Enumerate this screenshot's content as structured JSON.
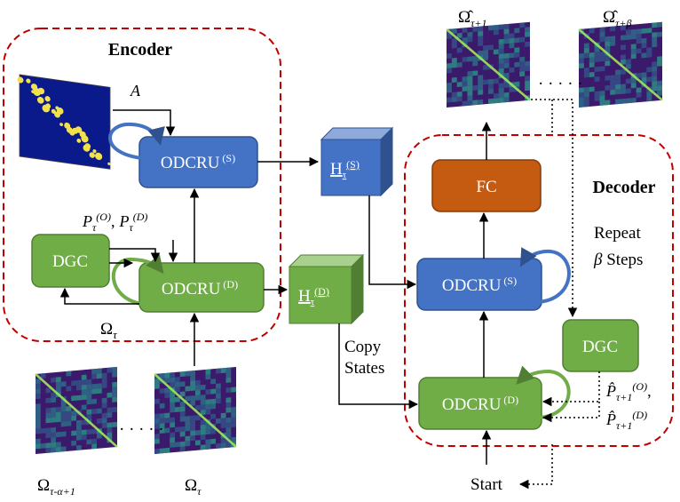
{
  "encoder": {
    "title": "Encoder",
    "adjacency_label": "A",
    "odcru_s_label": "ODCRU",
    "odcru_s_sup": "(S)",
    "odcru_d_label": "ODCRU",
    "odcru_d_sup": "(D)",
    "dgc_label": "DGC",
    "omega_label": "Ω",
    "omega_sub": "τ",
    "p_o_label": "P",
    "p_o_sub": "τ",
    "p_o_sup": "(O)",
    "p_d_label": "P",
    "p_d_sub": "τ",
    "p_d_sup": "(D)",
    "p_separator": ","
  },
  "hidden_states": {
    "h_s_label": "H",
    "h_s_sub": "τ",
    "h_s_sup": "(S)",
    "h_d_label": "H",
    "h_d_sub": "τ",
    "h_d_sup": "(D)",
    "copy_states_line1": "Copy",
    "copy_states_line2": "States"
  },
  "decoder": {
    "title": "Decoder",
    "fc_label": "FC",
    "odcru_s_label": "ODCRU",
    "odcru_s_sup": "(S)",
    "odcru_d_label": "ODCRU",
    "odcru_d_sup": "(D)",
    "dgc_label": "DGC",
    "repeat_line1": "Repeat",
    "repeat_beta": "β",
    "repeat_line2_rest": " Steps",
    "p_hat_o_label": "P̂",
    "p_hat_o_sub": "τ+1",
    "p_hat_o_sup": "(O)",
    "p_hat_d_label": "P̂",
    "p_hat_d_sub": "τ+1",
    "p_hat_d_sup": "(D)",
    "p_hat_separator": ",",
    "start_label": "Start"
  },
  "outputs": {
    "omega_hat_1_label": "Ω̂",
    "omega_hat_1_sub": "τ+1",
    "omega_hat_2_label": "Ω̂",
    "omega_hat_2_sub": "τ+β",
    "ellipsis": "· · · · ·"
  },
  "inputs": {
    "omega_first_label": "Ω",
    "omega_first_sub": "τ-α+1",
    "omega_last_label": "Ω",
    "omega_last_sub": "τ",
    "ellipsis": "· · · · ·"
  },
  "colors": {
    "blue_fill": "#4472c4",
    "blue_edge": "#2f528f",
    "green_fill": "#70ad47",
    "green_edge": "#507e32",
    "orange_fill": "#c55a11",
    "orange_edge": "#843c0c",
    "dashed_red": "#c00000",
    "matrix_bg": "#3b1a6b",
    "matrix_diag": "#9fe85a",
    "adj_bg": "#0a1a8a",
    "adj_dot": "#f2e14c"
  }
}
